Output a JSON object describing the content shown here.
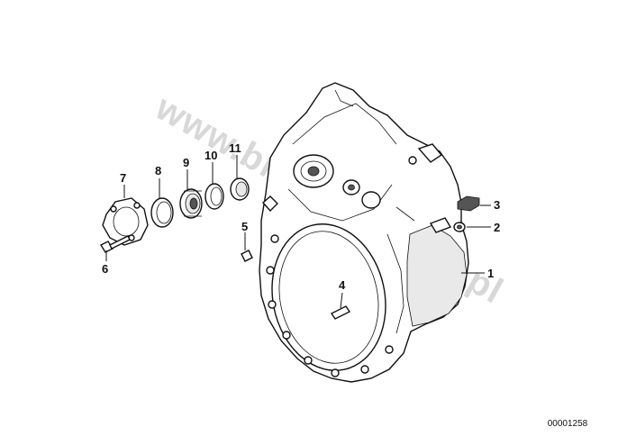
{
  "watermark": "www.bmwpartstore.pl",
  "diagram_code": "00001258",
  "callouts": [
    {
      "id": "1",
      "label": "1"
    },
    {
      "id": "2",
      "label": "2"
    },
    {
      "id": "3",
      "label": "3"
    },
    {
      "id": "4",
      "label": "4"
    },
    {
      "id": "5",
      "label": "5"
    },
    {
      "id": "6",
      "label": "6"
    },
    {
      "id": "7",
      "label": "7"
    },
    {
      "id": "8",
      "label": "8"
    },
    {
      "id": "9",
      "label": "9"
    },
    {
      "id": "10",
      "label": "10"
    },
    {
      "id": "11",
      "label": "11"
    }
  ]
}
